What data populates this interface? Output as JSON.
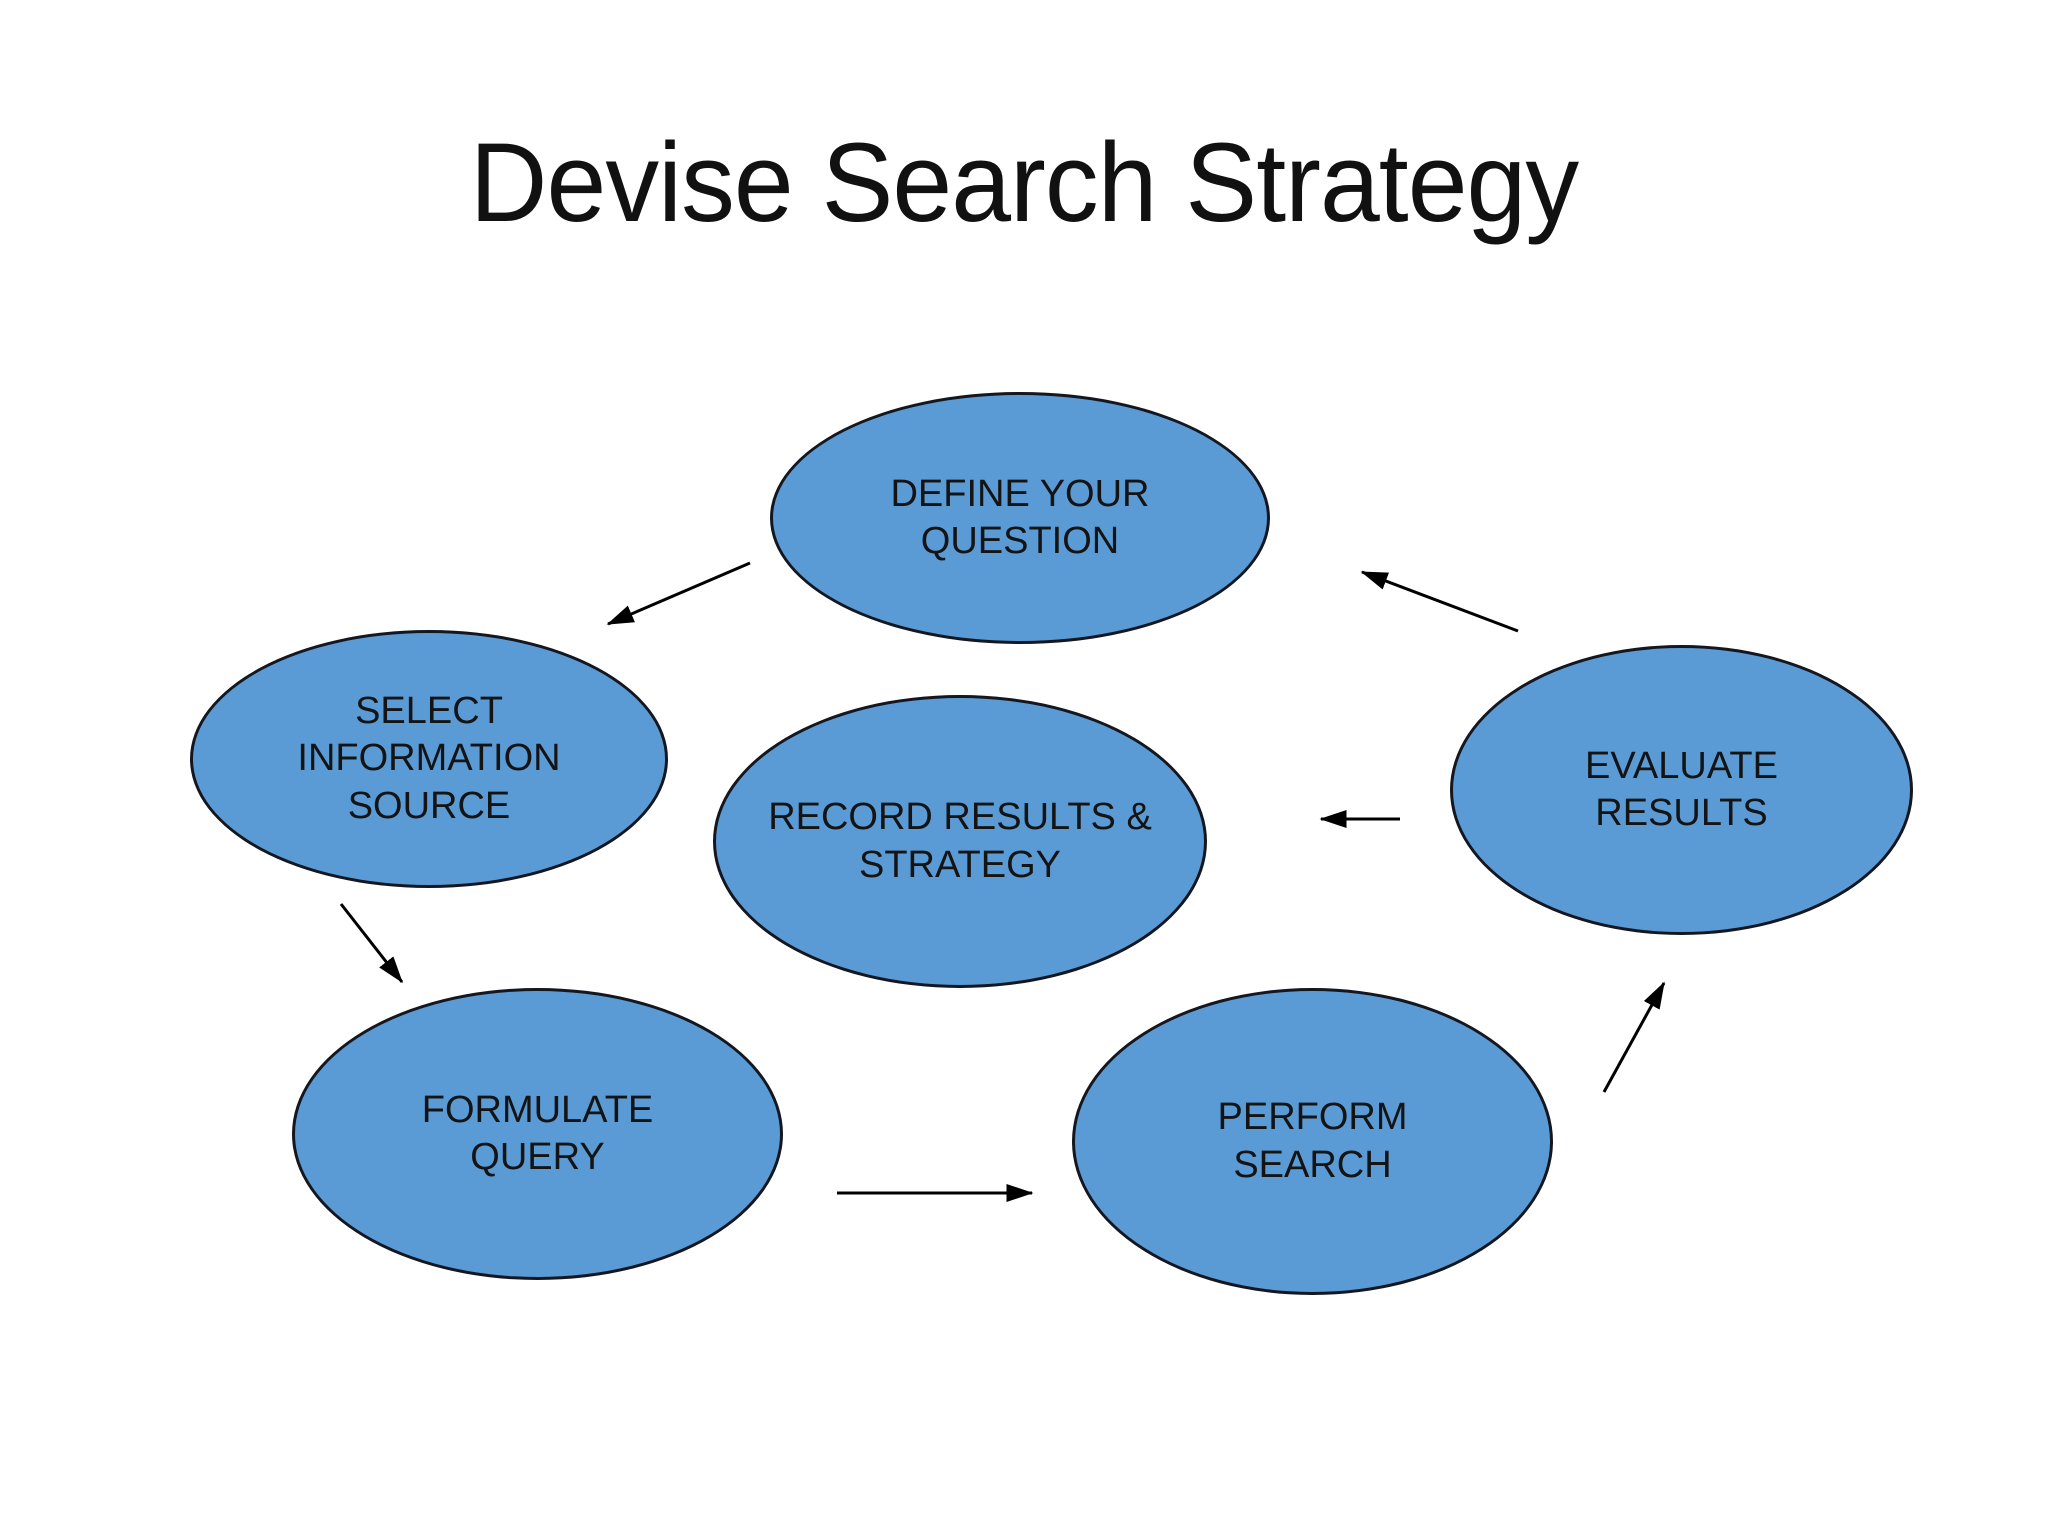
{
  "title": "Devise Search Strategy",
  "colors": {
    "background": "#FFFFFF",
    "node_fill": "#5B9BD5",
    "node_border": "#14171F",
    "node_text": "#141414",
    "arrow": "#000000",
    "title_text": "#111111"
  },
  "nodes": [
    {
      "id": "define-your-question",
      "label": "DEFINE YOUR QUESTION"
    },
    {
      "id": "select-information-source",
      "label": "SELECT INFORMATION SOURCE"
    },
    {
      "id": "record-results-strategy",
      "label": "RECORD RESULTS & STRATEGY"
    },
    {
      "id": "evaluate-results",
      "label": "EVALUATE RESULTS"
    },
    {
      "id": "formulate-query",
      "label": "FORMULATE QUERY"
    },
    {
      "id": "perform-search",
      "label": "PERFORM SEARCH"
    }
  ],
  "edges": [
    {
      "from": "define-your-question",
      "to": "select-information-source"
    },
    {
      "from": "select-information-source",
      "to": "formulate-query"
    },
    {
      "from": "formulate-query",
      "to": "perform-search"
    },
    {
      "from": "perform-search",
      "to": "evaluate-results"
    },
    {
      "from": "evaluate-results",
      "to": "record-results-strategy"
    },
    {
      "from": "evaluate-results",
      "to": "define-your-question"
    }
  ]
}
